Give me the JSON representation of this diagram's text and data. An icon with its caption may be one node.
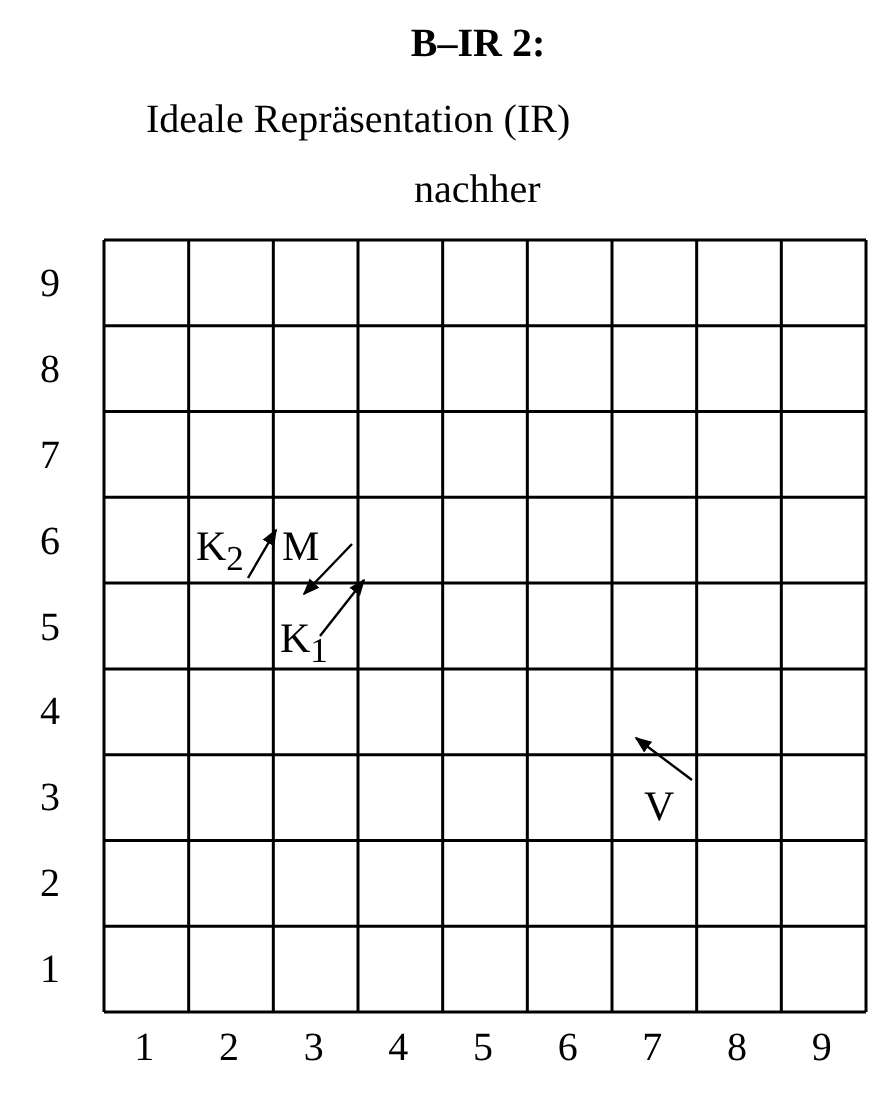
{
  "diagram": {
    "title": "B–IR 2:",
    "labels": [
      "Ideale Repräsentation (IR)",
      "nachher",
      "9",
      "8",
      "7",
      "6",
      "K$_{2}$",
      "M",
      "5",
      "K$_{1}$",
      "4",
      "3",
      "V",
      "2",
      "1",
      "1",
      "2",
      "3",
      "4",
      "5",
      "6",
      "7",
      "8",
      "9"
    ]
  }
}
